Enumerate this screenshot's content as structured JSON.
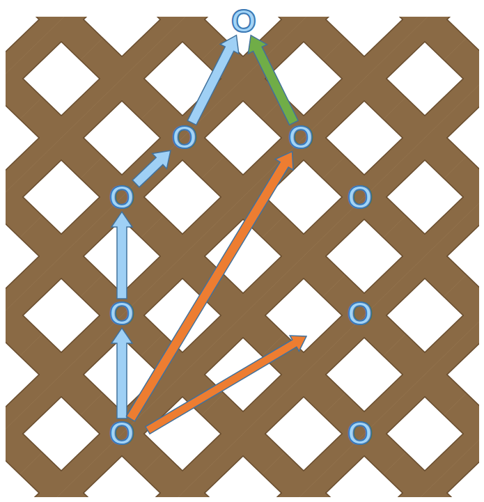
{
  "diagram": {
    "nodes": [
      {
        "text": [
          "O"
        ]
      },
      {
        "text": [
          "O"
        ]
      },
      {
        "text": [
          "O"
        ]
      },
      {
        "text": [
          "O"
        ]
      },
      {
        "text": [
          "O"
        ]
      },
      {
        "text": [
          "O"
        ]
      },
      {
        "text": [
          "O"
        ]
      },
      {
        "text": [
          "O"
        ]
      },
      {
        "text": [
          "O"
        ]
      }
    ],
    "edges": [
      {
        "from": 7,
        "to": 5,
        "arrow": "to"
      },
      {
        "from": 5,
        "to": 3,
        "arrow": "to"
      },
      {
        "from": 3,
        "to": 1,
        "arrow": "to"
      },
      {
        "from": 1,
        "to": 0,
        "arrow": "to"
      },
      {
        "from": 2,
        "to": 0,
        "arrow": "to"
      },
      {
        "from": 7,
        "to": 2,
        "arrow": "to"
      }
    ]
  }
}
